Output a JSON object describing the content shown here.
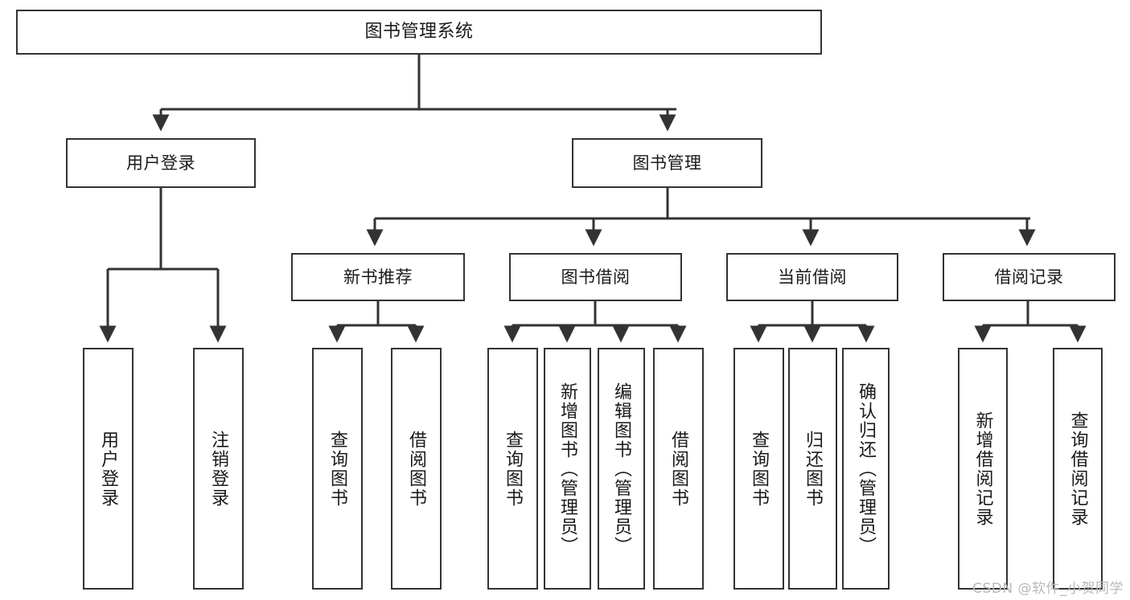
{
  "diagram": {
    "title": "图书管理系统",
    "watermark": "CSDN @软件_小贺同学",
    "style": {
      "border_color": "#333333",
      "background": "#ffffff",
      "text_color": "#1a1a1a",
      "edge_color": "#333333",
      "watermark_color": "#b8b8b8"
    },
    "nodes": {
      "root": {
        "label": "图书管理系统"
      },
      "level1": [
        {
          "id": "user-login",
          "label": "用户登录"
        },
        {
          "id": "book-manage",
          "label": "图书管理"
        }
      ],
      "level2": [
        {
          "id": "new-book-recommend",
          "label": "新书推荐"
        },
        {
          "id": "book-borrow",
          "label": "图书借阅"
        },
        {
          "id": "current-borrow",
          "label": "当前借阅"
        },
        {
          "id": "borrow-record",
          "label": "借阅记录"
        }
      ],
      "leaves": [
        {
          "id": "leaf-user-login",
          "label": "用户登录",
          "parent": "user-login"
        },
        {
          "id": "leaf-logout-login",
          "label": "注销登录",
          "parent": "user-login"
        },
        {
          "id": "leaf-query-book-1",
          "label": "查询图书",
          "parent": "new-book-recommend"
        },
        {
          "id": "leaf-borrow-book-1",
          "label": "借阅图书",
          "parent": "new-book-recommend"
        },
        {
          "id": "leaf-query-book-2",
          "label": "查询图书",
          "parent": "book-borrow"
        },
        {
          "id": "leaf-add-book",
          "label": "新增图书（管理员）",
          "parent": "book-borrow"
        },
        {
          "id": "leaf-edit-book",
          "label": "编辑图书（管理员）",
          "parent": "book-borrow"
        },
        {
          "id": "leaf-borrow-book-2",
          "label": "借阅图书",
          "parent": "book-borrow"
        },
        {
          "id": "leaf-query-book-3",
          "label": "查询图书",
          "parent": "current-borrow"
        },
        {
          "id": "leaf-return-book",
          "label": "归还图书",
          "parent": "current-borrow"
        },
        {
          "id": "leaf-confirm-return",
          "label": "确认归还（管理员）",
          "parent": "current-borrow"
        },
        {
          "id": "leaf-add-record",
          "label": "新增借阅记录",
          "parent": "borrow-record"
        },
        {
          "id": "leaf-query-record",
          "label": "查询借阅记录",
          "parent": "borrow-record"
        }
      ]
    }
  }
}
